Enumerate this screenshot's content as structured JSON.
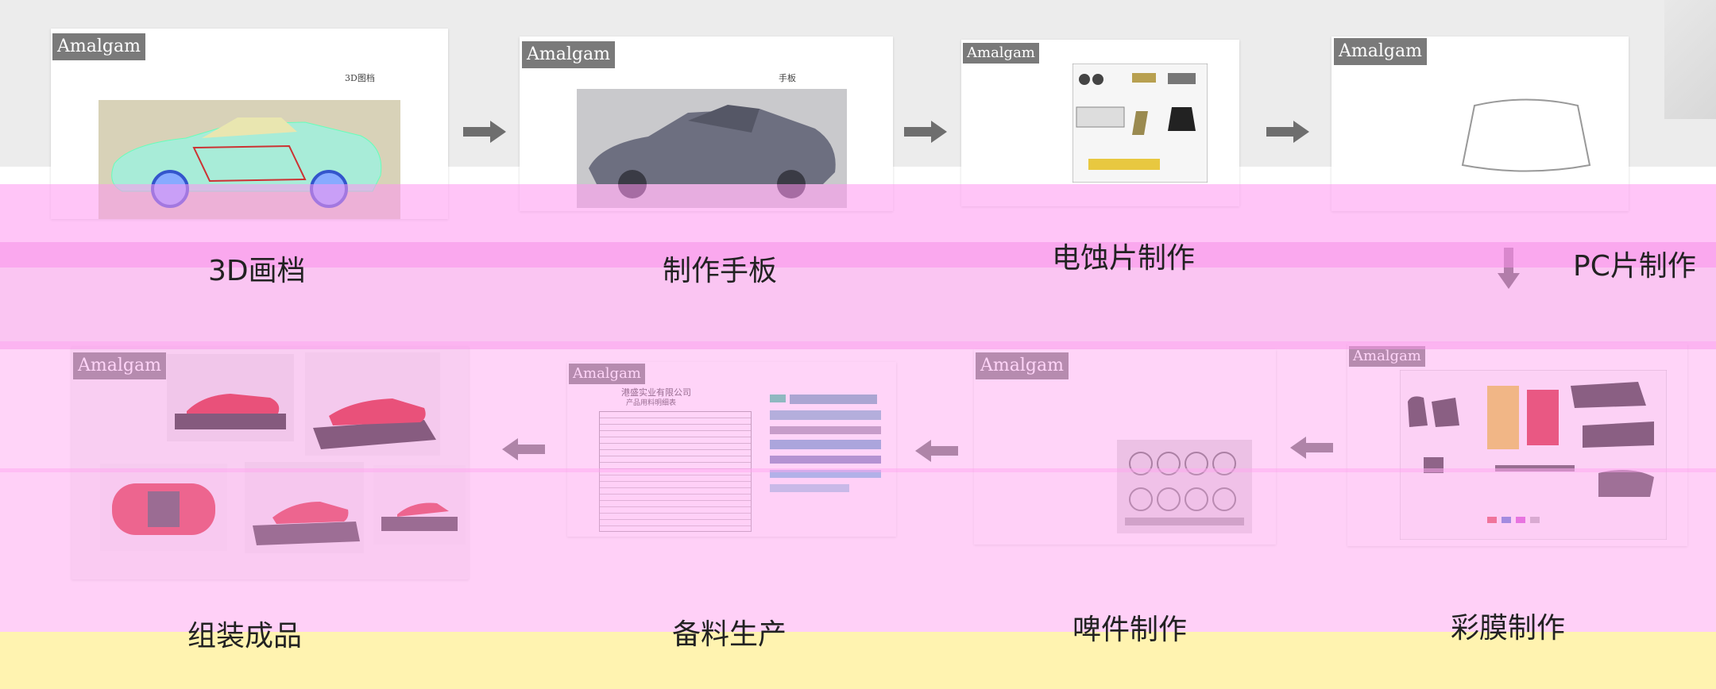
{
  "brand": "Amalgam",
  "stages": {
    "s1": {
      "label": "3D画档",
      "caption": "3D图档"
    },
    "s2": {
      "label": "制作手板",
      "caption": "手板"
    },
    "s3": {
      "label": "电蚀片制作"
    },
    "s4": {
      "label": "PC片制作"
    },
    "s5": {
      "label": "彩膜制作"
    },
    "s6": {
      "label": "啤件制作"
    },
    "s7": {
      "label": "备料生产",
      "doc_title": "港盛实业有限公司",
      "doc_subtitle": "产品用料明细表"
    },
    "s8": {
      "label": "组装成品"
    }
  },
  "colors": {
    "arrow": "#6e6e6e",
    "overlay_pink": "#ff9bf0",
    "overlay_yellow": "#fff3b0",
    "brand_bg": "#7a7a7a",
    "car_red": "#d8121a"
  }
}
